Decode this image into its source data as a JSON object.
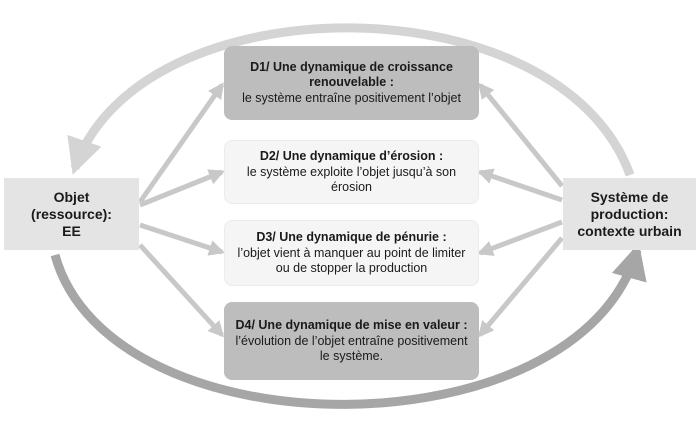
{
  "left_node": {
    "lines": [
      "Objet",
      "(ressource):",
      "EE"
    ]
  },
  "right_node": {
    "lines": [
      "Système de",
      "production:",
      "contexte urbain"
    ]
  },
  "dynamics": [
    {
      "title": "D1/ Une dynamique de croissance renouvelable :",
      "desc": "le système entraîne positivement l’objet"
    },
    {
      "title": "D2/ Une dynamique d’érosion :",
      "desc": "le système exploite l’objet jusqu’à son érosion"
    },
    {
      "title": "D3/ Une dynamique de pénurie :",
      "desc": "l’objet vient à manquer au point de limiter ou de stopper la production"
    },
    {
      "title": "D4/ Une dynamique de mise en valeur :",
      "desc": "l’évolution de l’objet entraîne positivement le système."
    }
  ],
  "colors": {
    "outer_arrow_upper": "#d4d4d4",
    "outer_arrow_lower": "#a6a6a6",
    "inner_arrow": "#c8c8c8",
    "box_dark": "#bdbdbd",
    "box_light": "#f5f5f5",
    "side_box": "#e4e4e4"
  }
}
